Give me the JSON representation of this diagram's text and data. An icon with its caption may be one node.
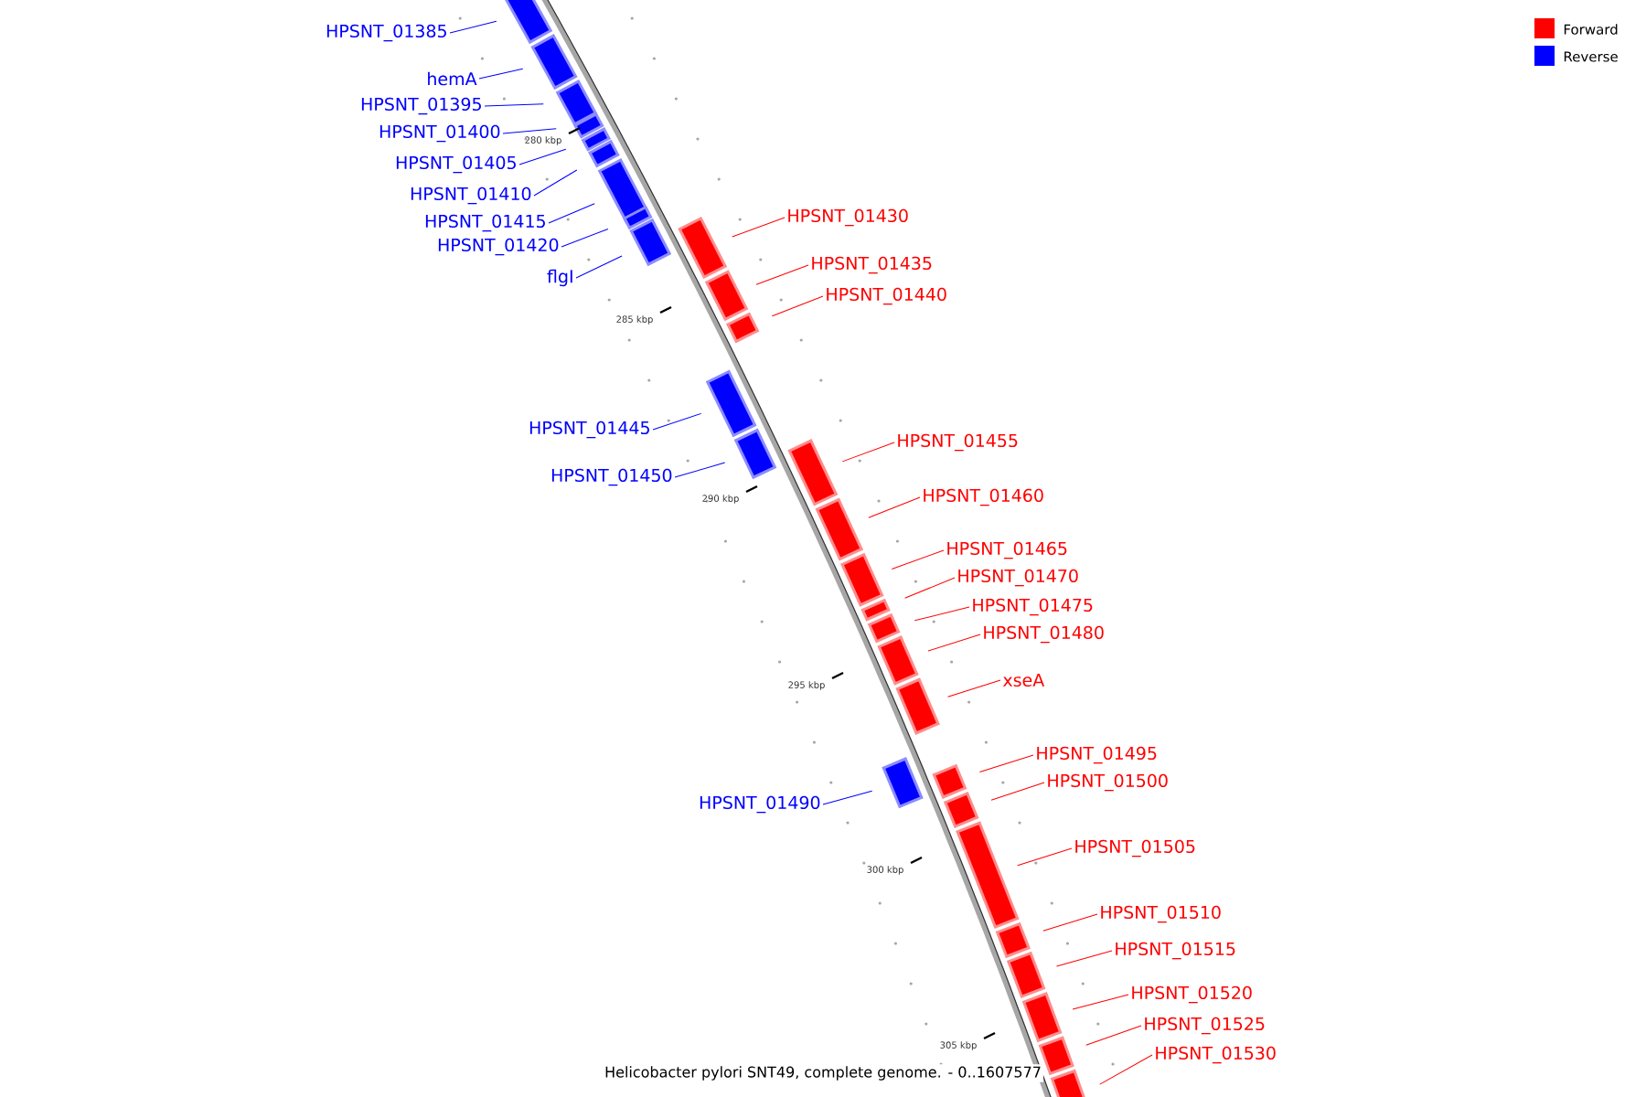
{
  "diagram": {
    "caption": "Helicobacter pylori SNT49, complete genome. - 0..1607577",
    "nodes": [
      {
        "text": [
          "HPSNT_01385"
        ]
      },
      {
        "text": [],
        "shape": "bar"
      },
      {
        "text": [
          "hemA"
        ]
      },
      {
        "text": [],
        "shape": "bar"
      },
      {
        "text": [
          "HPSNT_01395"
        ]
      },
      {
        "text": [],
        "shape": "bar"
      },
      {
        "text": [
          "HPSNT_01400"
        ]
      },
      {
        "text": [],
        "shape": "bar"
      },
      {
        "text": [
          "HPSNT_01405"
        ]
      },
      {
        "text": [],
        "shape": "bar"
      },
      {
        "text": [
          "HPSNT_01410"
        ]
      },
      {
        "text": [],
        "shape": "bar"
      },
      {
        "text": [
          "HPSNT_01415"
        ]
      },
      {
        "text": [],
        "shape": "bar"
      },
      {
        "text": [
          "HPSNT_01420"
        ]
      },
      {
        "text": [],
        "shape": "bar"
      },
      {
        "text": [
          "flgI"
        ]
      },
      {
        "text": [],
        "shape": "bar"
      },
      {
        "text": [
          "HPSNT_01430"
        ]
      },
      {
        "text": [],
        "shape": "bar"
      },
      {
        "text": [
          "HPSNT_01435"
        ]
      },
      {
        "text": [],
        "shape": "bar"
      },
      {
        "text": [
          "HPSNT_01440"
        ]
      },
      {
        "text": [],
        "shape": "bar"
      },
      {
        "text": [
          "HPSNT_01445"
        ]
      },
      {
        "text": [],
        "shape": "bar"
      },
      {
        "text": [
          "HPSNT_01450"
        ]
      },
      {
        "text": [],
        "shape": "bar"
      },
      {
        "text": [
          "HPSNT_01455"
        ]
      },
      {
        "text": [],
        "shape": "bar"
      },
      {
        "text": [
          "HPSNT_01460"
        ]
      },
      {
        "text": [],
        "shape": "bar"
      },
      {
        "text": [
          "HPSNT_01465"
        ]
      },
      {
        "text": [],
        "shape": "bar"
      },
      {
        "text": [
          "HPSNT_01470"
        ]
      },
      {
        "text": [],
        "shape": "bar"
      },
      {
        "text": [
          "HPSNT_01475"
        ]
      },
      {
        "text": [],
        "shape": "bar"
      },
      {
        "text": [
          "HPSNT_01480"
        ]
      },
      {
        "text": [],
        "shape": "bar"
      },
      {
        "text": [
          "xseA"
        ]
      },
      {
        "text": [],
        "shape": "bar"
      },
      {
        "text": [
          "HPSNT_01490"
        ]
      },
      {
        "text": [],
        "shape": "bar"
      },
      {
        "text": [
          "HPSNT_01495"
        ]
      },
      {
        "text": [],
        "shape": "bar"
      },
      {
        "text": [
          "HPSNT_01500"
        ]
      },
      {
        "text": [],
        "shape": "bar"
      },
      {
        "text": [
          "HPSNT_01505"
        ]
      },
      {
        "text": [],
        "shape": "bar"
      },
      {
        "text": [
          "HPSNT_01510"
        ]
      },
      {
        "text": [],
        "shape": "bar"
      },
      {
        "text": [
          "HPSNT_01515"
        ]
      },
      {
        "text": [],
        "shape": "bar"
      },
      {
        "text": [
          "HPSNT_01520"
        ]
      },
      {
        "text": [],
        "shape": "bar"
      },
      {
        "text": [
          "HPSNT_01525"
        ]
      },
      {
        "text": [],
        "shape": "bar"
      },
      {
        "text": [
          "HPSNT_01530"
        ]
      },
      {
        "text": [],
        "shape": "bar"
      }
    ],
    "edges": [
      {
        "from": 0,
        "to": 1,
        "arrow": "none",
        "color": "#0000ff"
      },
      {
        "from": 2,
        "to": 3,
        "arrow": "none",
        "color": "#0000ff"
      },
      {
        "from": 4,
        "to": 5,
        "arrow": "none",
        "color": "#0000ff"
      },
      {
        "from": 6,
        "to": 7,
        "arrow": "none",
        "color": "#0000ff"
      },
      {
        "from": 8,
        "to": 9,
        "arrow": "none",
        "color": "#0000ff"
      },
      {
        "from": 10,
        "to": 11,
        "arrow": "none",
        "color": "#0000ff"
      },
      {
        "from": 12,
        "to": 13,
        "arrow": "none",
        "color": "#0000ff"
      },
      {
        "from": 14,
        "to": 15,
        "arrow": "none",
        "color": "#0000ff"
      },
      {
        "from": 16,
        "to": 17,
        "arrow": "none",
        "color": "#0000ff"
      },
      {
        "from": 18,
        "to": 19,
        "arrow": "none"
      },
      {
        "from": 20,
        "to": 21,
        "arrow": "none"
      },
      {
        "from": 22,
        "to": 23,
        "arrow": "none"
      },
      {
        "from": 24,
        "to": 25,
        "arrow": "none",
        "color": "#0000ff"
      },
      {
        "from": 26,
        "to": 27,
        "arrow": "none",
        "color": "#0000ff"
      },
      {
        "from": 28,
        "to": 29,
        "arrow": "none"
      },
      {
        "from": 30,
        "to": 31,
        "arrow": "none"
      },
      {
        "from": 32,
        "to": 33,
        "arrow": "none"
      },
      {
        "from": 34,
        "to": 35,
        "arrow": "none"
      },
      {
        "from": 36,
        "to": 37,
        "arrow": "none"
      },
      {
        "from": 38,
        "to": 39,
        "arrow": "none"
      },
      {
        "from": 40,
        "to": 41,
        "arrow": "none"
      },
      {
        "from": 42,
        "to": 43,
        "arrow": "none",
        "color": "#0000ff"
      },
      {
        "from": 44,
        "to": 45,
        "arrow": "none"
      },
      {
        "from": 46,
        "to": 47,
        "arrow": "none"
      },
      {
        "from": 48,
        "to": 49,
        "arrow": "none"
      },
      {
        "from": 50,
        "to": 51,
        "arrow": "none"
      },
      {
        "from": 52,
        "to": 53,
        "arrow": "none"
      },
      {
        "from": 54,
        "to": 55,
        "arrow": "none"
      },
      {
        "from": 56,
        "to": 57,
        "arrow": "none"
      },
      {
        "from": 58,
        "to": 59,
        "arrow": "none"
      }
    ],
    "labels": [
      "280 kbp",
      "285 kbp",
      "290 kbp",
      "295 kbp",
      "300 kbp",
      "305 kbp"
    ],
    "legend": [
      {
        "text": "Forward",
        "color": "#ff0000"
      },
      {
        "text": "Reverse",
        "color": "#0000ff"
      }
    ]
  }
}
